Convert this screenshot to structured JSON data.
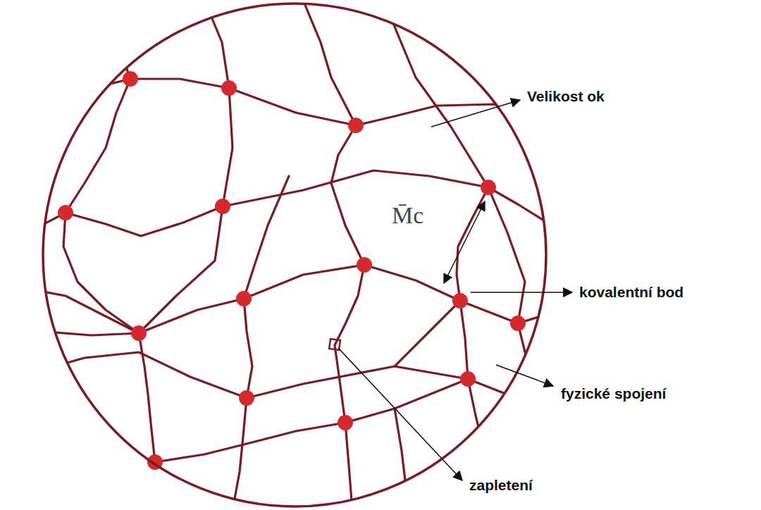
{
  "diagram": {
    "labels": [
      "Velikost ok",
      "M̄c",
      "kovalentní bod",
      "fyzické spojení",
      "zapletení"
    ]
  }
}
